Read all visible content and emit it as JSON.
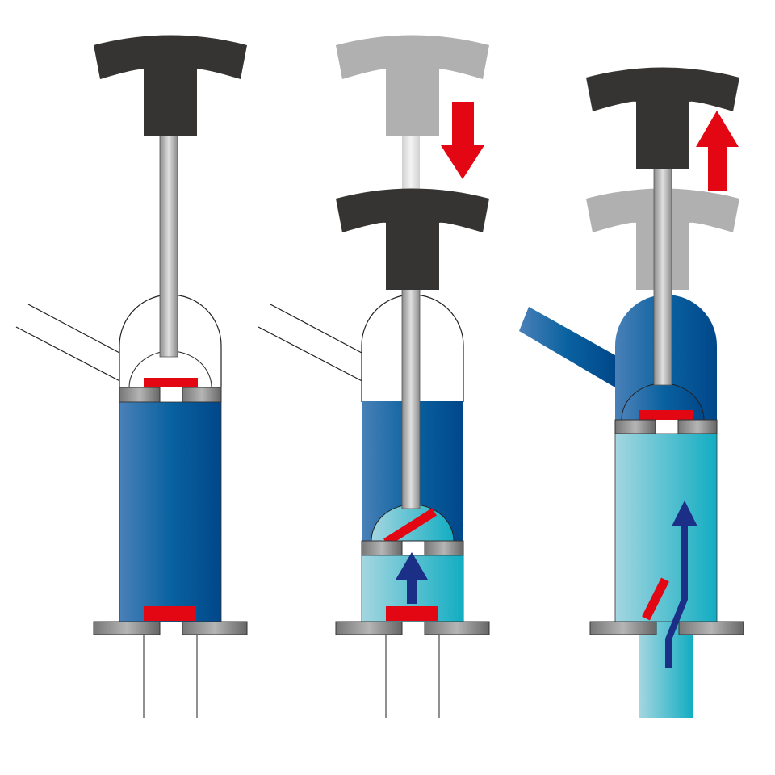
{
  "title": "",
  "colors": {
    "handle": "#353432",
    "handle_ghost": "#b0b0b0",
    "valve": "#e30613",
    "arrow_motion": "#e30613",
    "arrow_flow": "#1b2f86",
    "liquid_dark": "#00508f",
    "liquid_light": "#1aaebf"
  },
  "panels": [
    {
      "state": "rest"
    },
    {
      "state": "push-down"
    },
    {
      "state": "pull-up"
    }
  ]
}
